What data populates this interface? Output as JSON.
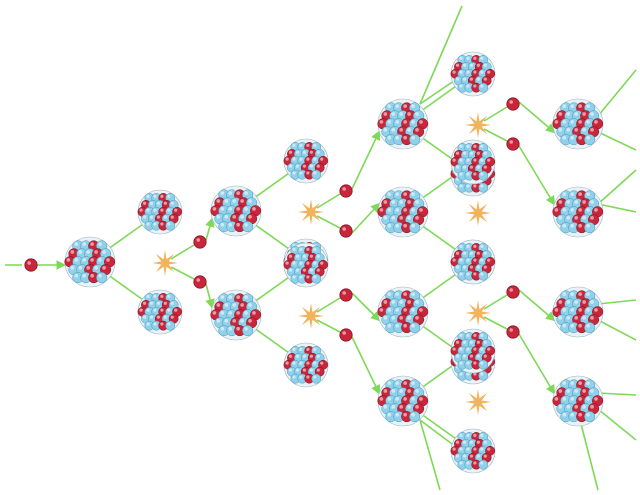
{
  "diagram": {
    "kind": "nuclear-chain-reaction",
    "colors": {
      "background": "#ffffff",
      "reaction_path": "#7ed957",
      "neutron": "#c9253b",
      "proton": "#c9253b",
      "nucleon_neutral": "#8fd0ea",
      "flash": "#f2b35d"
    },
    "icons": {
      "neutron": "neutron-icon",
      "heavy_nucleus": "heavy-nucleus-icon",
      "fragment_nucleus": "fission-fragment-icon",
      "energy_release": "energy-flash-icon"
    },
    "stages": [
      {
        "stage": 0,
        "incoming_neutrons": 1,
        "fissions": 1
      },
      {
        "stage": 1,
        "neutrons_released": 2,
        "fissions": 2
      },
      {
        "stage": 2,
        "neutrons_released": 4,
        "fissions": 4
      },
      {
        "stage": 3,
        "neutrons_released": 8
      }
    ]
  }
}
